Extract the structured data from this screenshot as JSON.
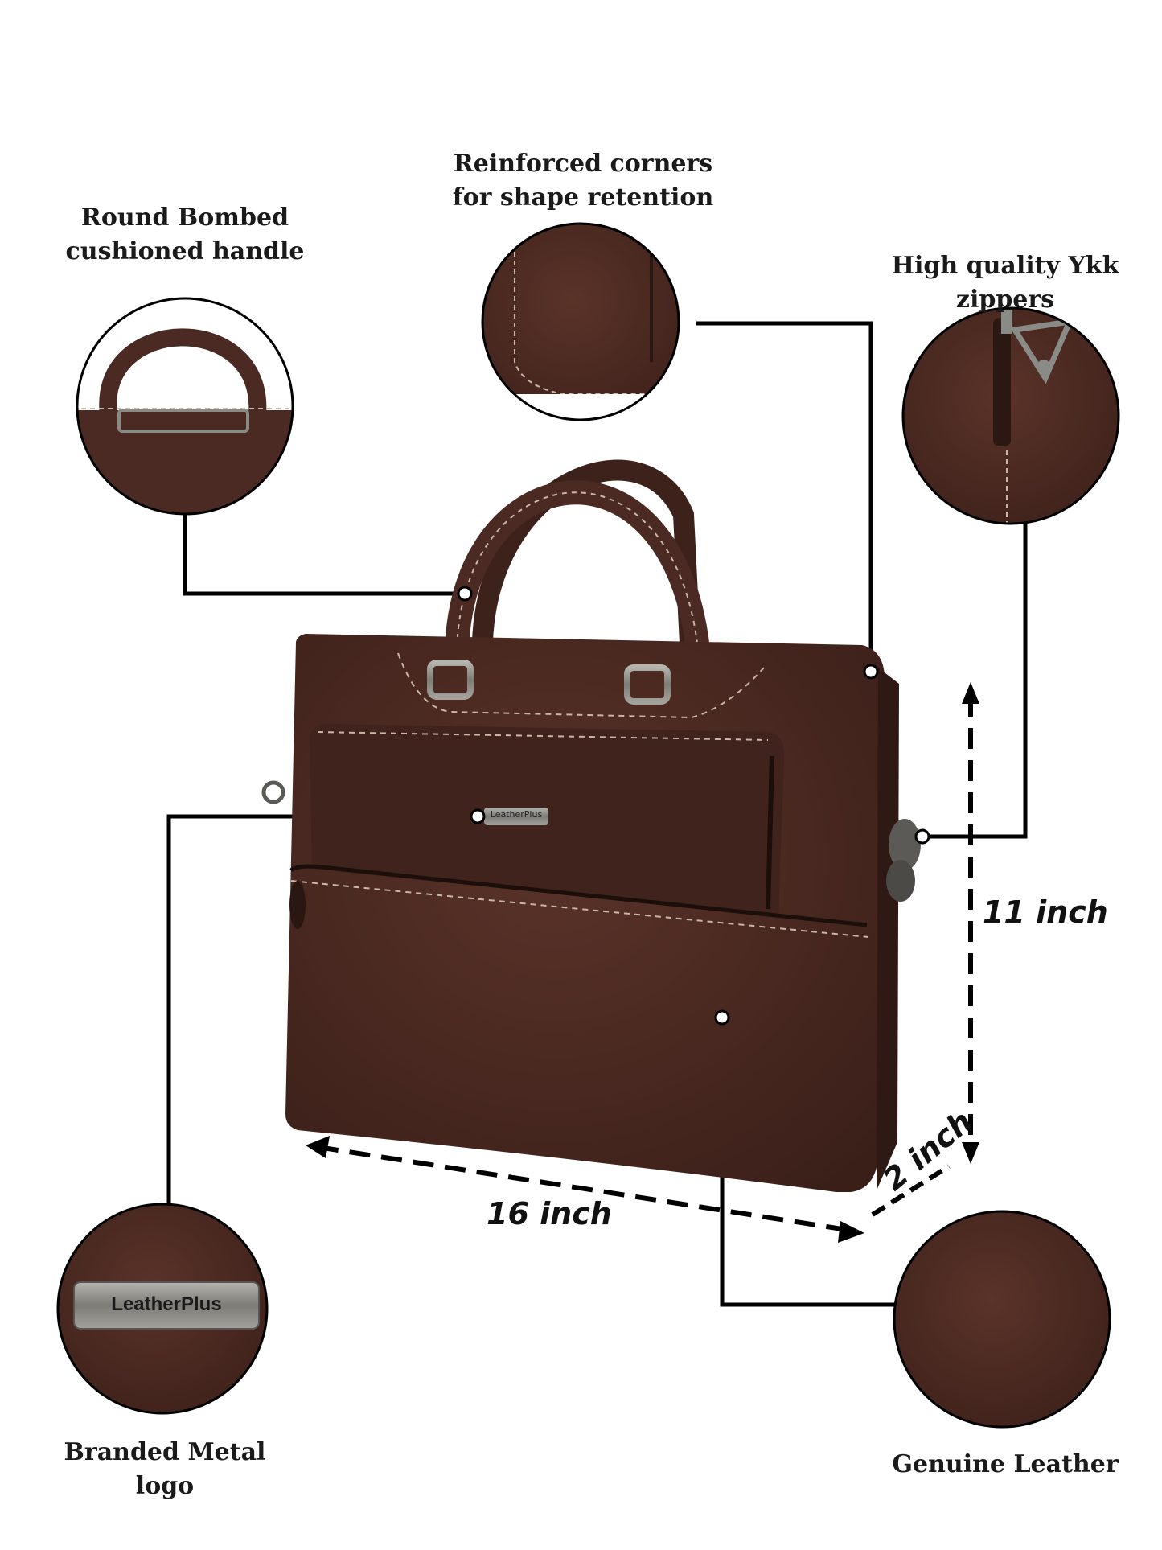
{
  "callouts": {
    "handle": "Round Bombed cushioned handle",
    "corners": "Reinforced corners for shape retention",
    "zippers": "High quality Ykk zippers",
    "logo": "Branded Metal logo",
    "leather": "Genuine Leather"
  },
  "dimensions": {
    "width": "16 inch",
    "height": "11 inch",
    "depth": "2 inch"
  },
  "brand": {
    "logo_text": "LeatherPlus",
    "plate_text": "LeatherPlus"
  },
  "colors": {
    "leather": "#4a2a22",
    "leather_dark": "#3a1f19",
    "stitch": "#c9b8a6",
    "metal": "#8a8a86"
  }
}
